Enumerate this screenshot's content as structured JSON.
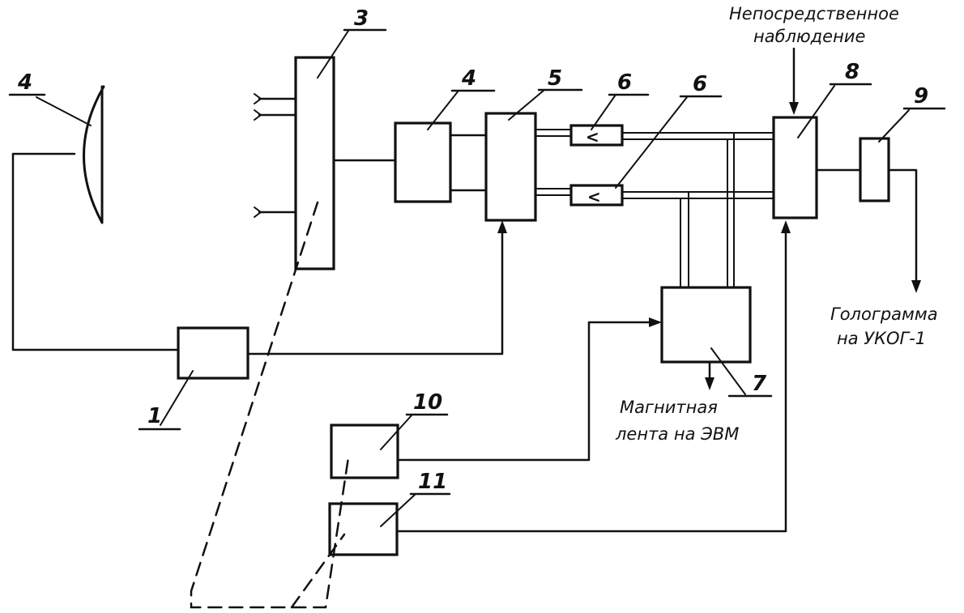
{
  "labels": {
    "antenna": "4",
    "block_1": "1",
    "block_3": "3",
    "block_4": "4",
    "block_5": "5",
    "block_6_top": "6",
    "block_6_bottom": "6",
    "block_7": "7",
    "block_8": "8",
    "block_9": "9",
    "block_10": "10",
    "block_11": "11"
  },
  "captions": {
    "direct_observation_line1": "Непосредственное",
    "direct_observation_line2": "наблюдение",
    "hologram_line1": "Голограмма",
    "hologram_line2": "на УКОГ-1",
    "tape_line1": "Магнитная",
    "tape_line2": "лента на ЭВМ"
  },
  "symbols": {
    "comparator_top": "<",
    "comparator_bottom": "<"
  }
}
